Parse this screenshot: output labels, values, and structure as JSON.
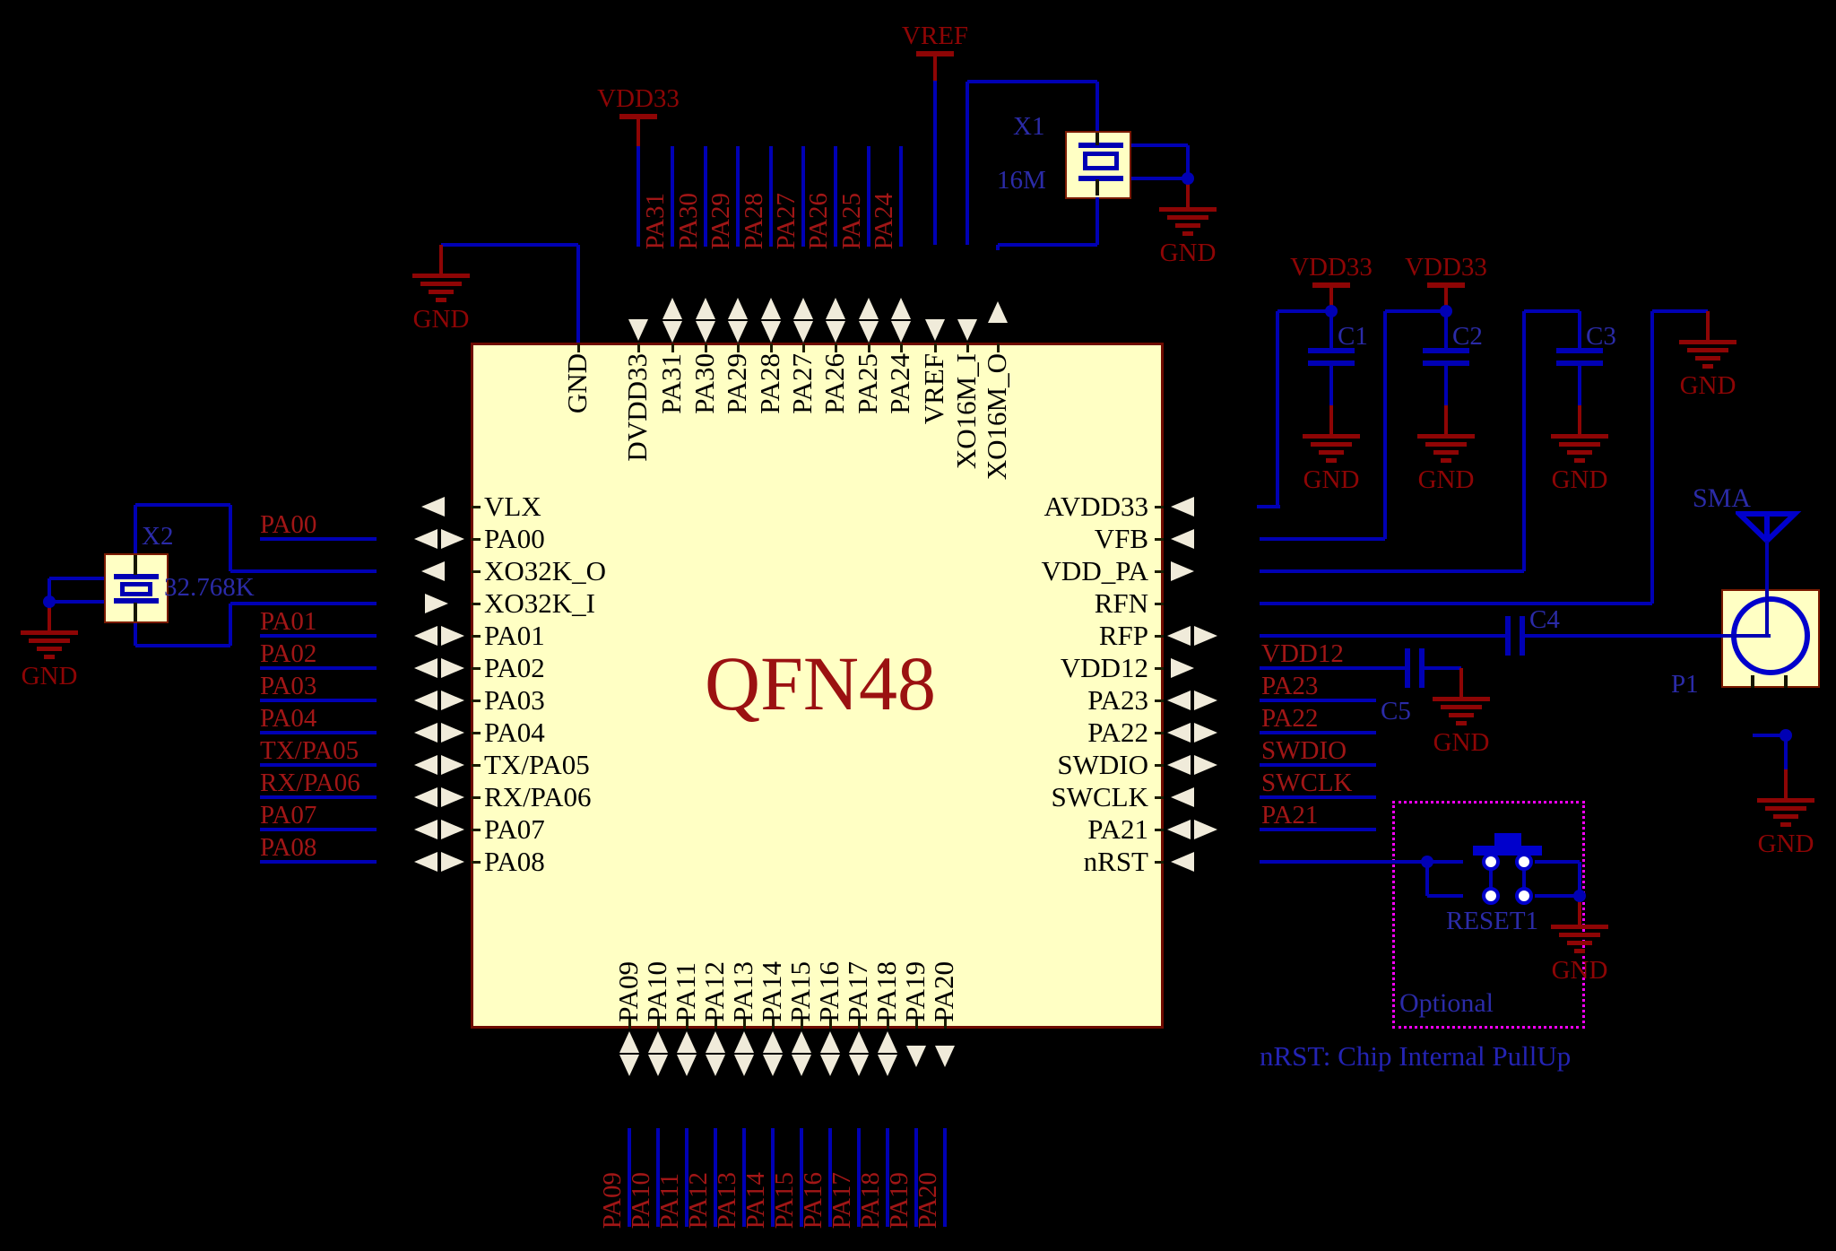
{
  "title": "QFN48",
  "note": "nRST: Chip Internal PullUp",
  "labels": {
    "gnd": "GND",
    "vdd33": "VDD33",
    "vref": "VREF"
  },
  "chip_pins": {
    "left": [
      "VLX",
      "PA00",
      "XO32K_O",
      "XO32K_I",
      "PA01",
      "PA02",
      "PA03",
      "PA04",
      "TX/PA05",
      "RX/PA06",
      "PA07",
      "PA08"
    ],
    "right": [
      "AVDD33",
      "VFB",
      "VDD_PA",
      "RFN",
      "RFP",
      "VDD12",
      "PA23",
      "PA22",
      "SWDIO",
      "SWCLK",
      "PA21",
      "nRST"
    ],
    "top": [
      "GND",
      "DVDD33",
      "PA31",
      "PA30",
      "PA29",
      "PA28",
      "PA27",
      "PA26",
      "PA25",
      "PA24",
      "VREF",
      "XO16M_I",
      "XO16M_O"
    ],
    "bottom": [
      "PA09",
      "PA10",
      "PA11",
      "PA12",
      "PA13",
      "PA14",
      "PA15",
      "PA16",
      "PA17",
      "PA18",
      "PA19",
      "PA20"
    ]
  },
  "pin_arrows": {
    "left": [
      "l",
      "lr",
      "l",
      "r",
      "lr",
      "lr",
      "lr",
      "lr",
      "lr",
      "lr",
      "lr",
      "lr"
    ],
    "right": [
      "l",
      "l",
      "r",
      "",
      "lr",
      "r",
      "lr",
      "lr",
      "lr",
      "l",
      "lr",
      "l"
    ],
    "top": [
      "",
      "d",
      "ud",
      "ud",
      "ud",
      "ud",
      "ud",
      "ud",
      "ud",
      "ud",
      "d",
      "d",
      "u"
    ],
    "bottom": [
      "ud",
      "ud",
      "ud",
      "ud",
      "ud",
      "ud",
      "ud",
      "ud",
      "ud",
      "ud",
      "d",
      "d"
    ]
  },
  "net_labels": {
    "left": [
      "PA00",
      "PA01",
      "PA02",
      "PA03",
      "PA04",
      "TX/PA05",
      "RX/PA06",
      "PA07",
      "PA08"
    ],
    "right": [
      "VDD12",
      "PA23",
      "PA22",
      "SWDIO",
      "SWCLK",
      "PA21"
    ],
    "top": [
      "PA31",
      "PA30",
      "PA29",
      "PA28",
      "PA27",
      "PA26",
      "PA25",
      "PA24"
    ],
    "bottom": [
      "PA09",
      "PA10",
      "PA11",
      "PA12",
      "PA13",
      "PA14",
      "PA15",
      "PA16",
      "PA17",
      "PA18",
      "PA19",
      "PA20"
    ]
  },
  "components": {
    "x1": {
      "ref": "X1",
      "value": "16M"
    },
    "x2": {
      "ref": "X2",
      "value": "32.768K"
    },
    "capacitors": [
      "C1",
      "C2",
      "C3",
      "C4",
      "C5"
    ],
    "connector": {
      "ref": "P1",
      "type": "SMA"
    },
    "reset": {
      "ref": "RESET1",
      "note": "Optional"
    }
  },
  "colors": {
    "background": "#000000",
    "wire": "#0000B4",
    "net_label": "#A11616",
    "power_label": "#8E0505",
    "component_label": "#2B2BA8",
    "note_text": "#2424B4",
    "arrow": "#F0EBDA",
    "chip_fill": "#FFFFC4",
    "chip_border": "#6E0A00",
    "title_color": "#9B1111",
    "optional_box": "#FF00FF"
  }
}
